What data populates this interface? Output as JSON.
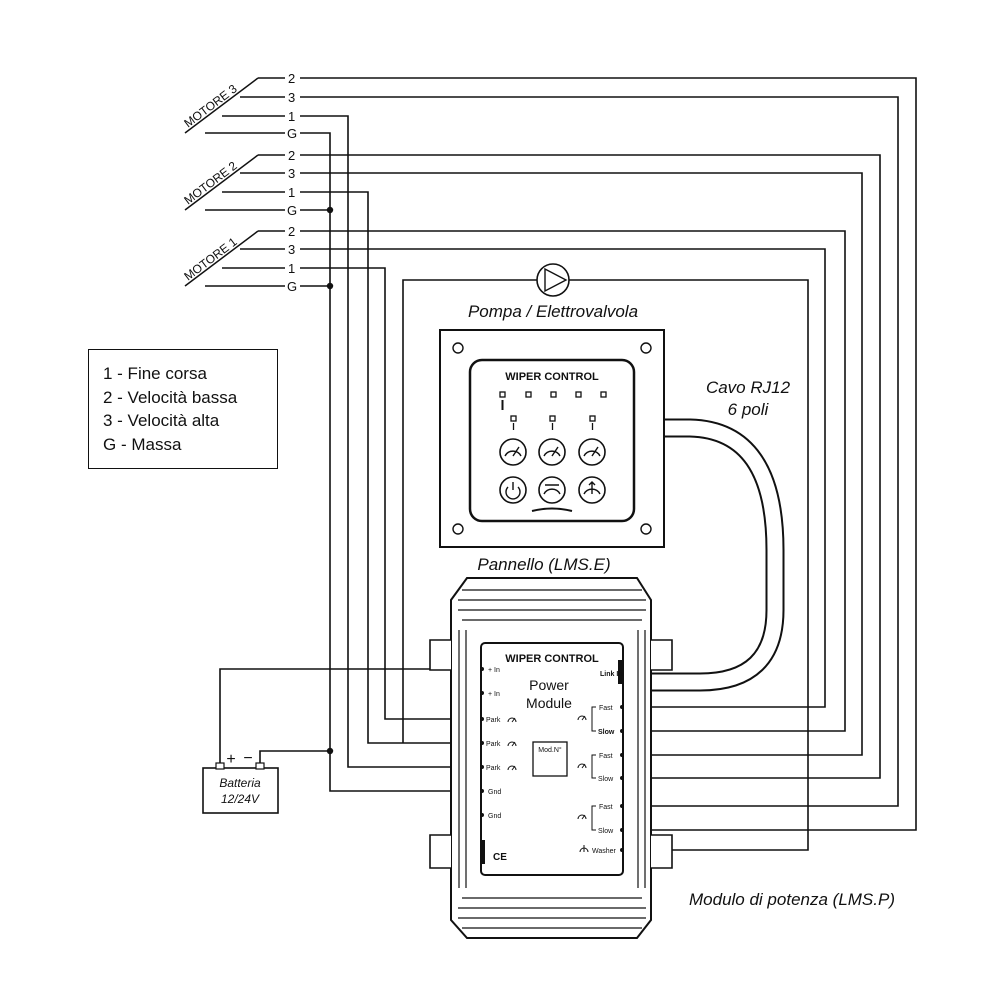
{
  "motors": [
    {
      "label": "MOTORE 3",
      "pins": [
        "2",
        "3",
        "1",
        "G"
      ]
    },
    {
      "label": "MOTORE 2",
      "pins": [
        "2",
        "3",
        "1",
        "G"
      ]
    },
    {
      "label": "MOTORE 1",
      "pins": [
        "2",
        "3",
        "1",
        "G"
      ]
    }
  ],
  "legend": {
    "items": [
      "1 - Fine corsa",
      "2 - Velocità bassa",
      "3 - Velocità alta",
      "G - Massa"
    ]
  },
  "pump": {
    "label": "Pompa / Elettrovalvola"
  },
  "panel": {
    "title": "WIPER CONTROL",
    "caption": "Pannello (LMS.E)"
  },
  "cable": {
    "line1": "Cavo RJ12",
    "line2": "6 poli"
  },
  "module": {
    "title": "WIPER CONTROL",
    "name_line1": "Power",
    "name_line2": "Module",
    "mod_label": "Mod.N°",
    "caption": "Modulo di potenza (LMS.P)",
    "ce": "CE",
    "left_terminals": [
      "+ In",
      "+ In",
      "Park",
      "Park",
      "Park",
      "Gnd",
      "Gnd"
    ],
    "right_terminals": [
      "Link In",
      "Fast",
      "Slow",
      "Fast",
      "Slow",
      "Fast",
      "Slow",
      "Washer"
    ]
  },
  "battery": {
    "line1": "Batteria",
    "line2": "12/24V",
    "plus": "+",
    "minus": "−"
  }
}
